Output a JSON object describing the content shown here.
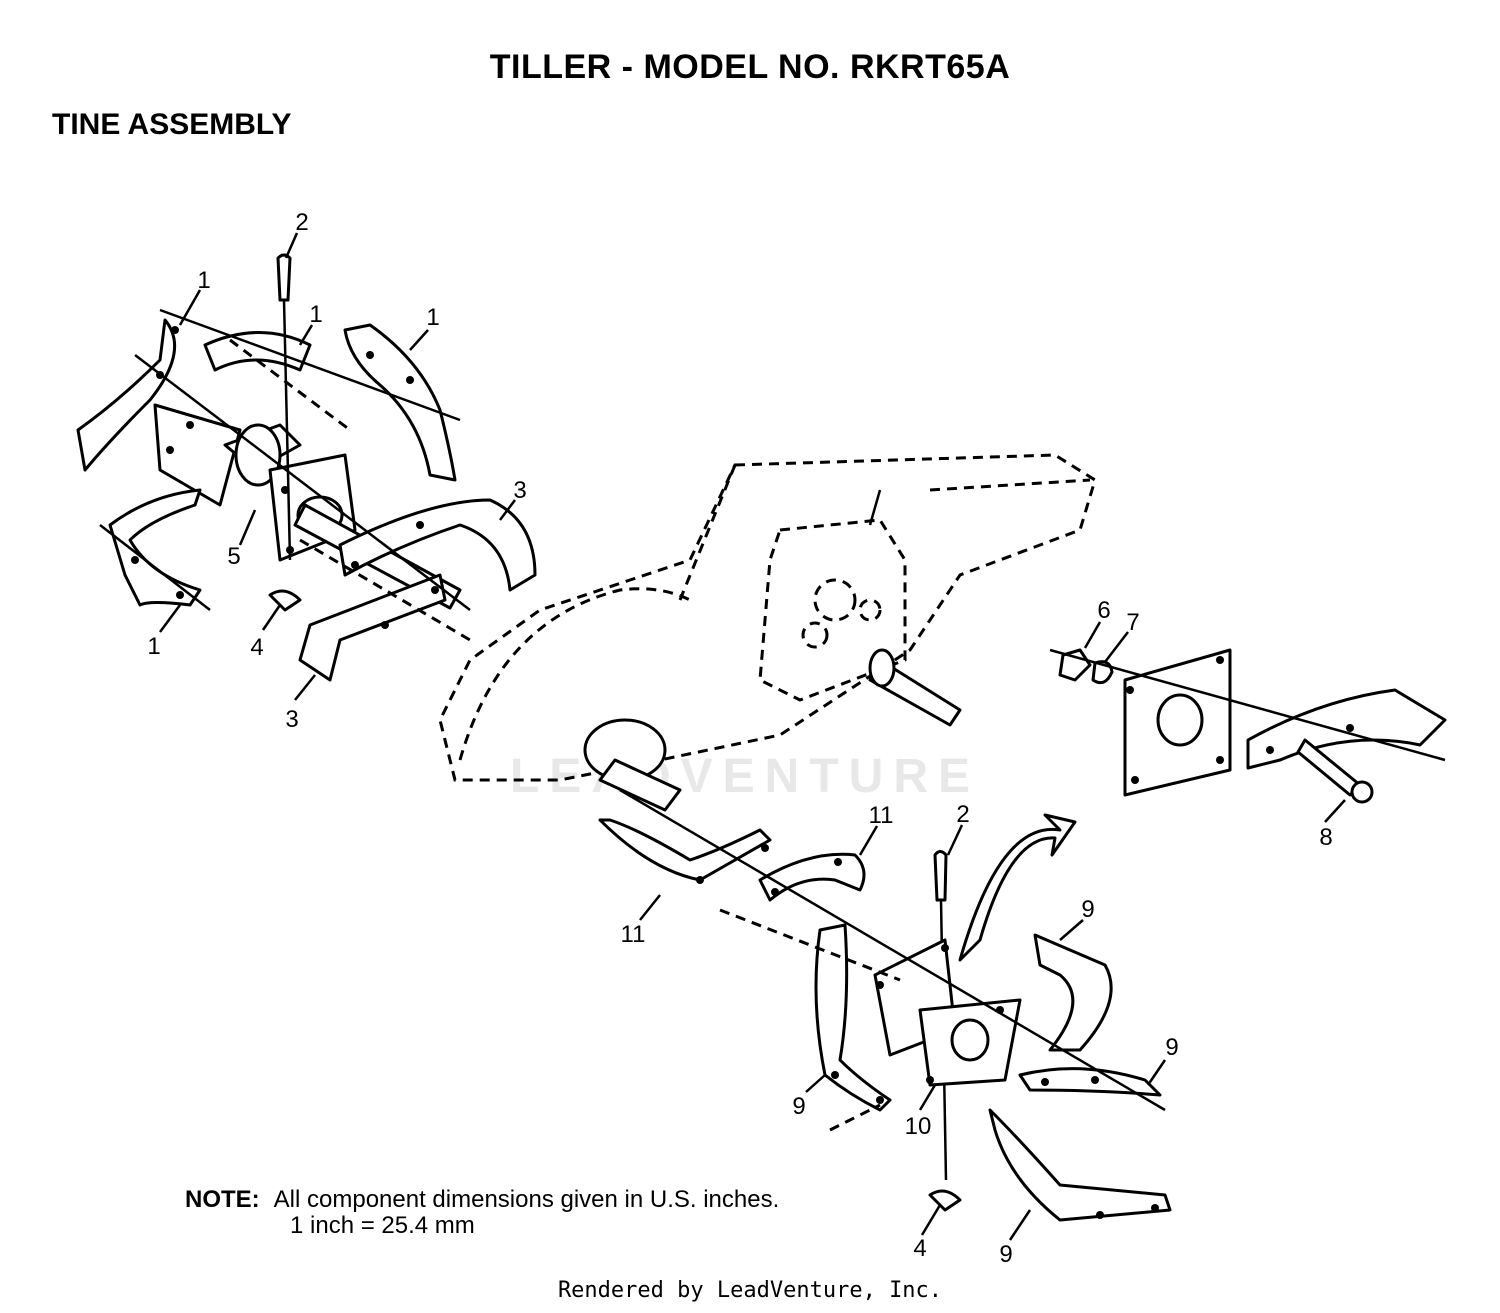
{
  "title": "TILLER - MODEL NO. RKRT65A",
  "subtitle": "TINE ASSEMBLY",
  "callouts": [
    {
      "label": "2"
    },
    {
      "label": "1"
    },
    {
      "label": "1"
    },
    {
      "label": "1"
    },
    {
      "label": "3"
    },
    {
      "label": "5"
    },
    {
      "label": "4"
    },
    {
      "label": "1"
    },
    {
      "label": "3"
    },
    {
      "label": "6"
    },
    {
      "label": "7"
    },
    {
      "label": "8"
    },
    {
      "label": "11"
    },
    {
      "label": "2"
    },
    {
      "label": "11"
    },
    {
      "label": "9"
    },
    {
      "label": "9"
    },
    {
      "label": "9"
    },
    {
      "label": "10"
    },
    {
      "label": "4"
    },
    {
      "label": "9"
    }
  ],
  "watermark": "LEADVENTURE",
  "note": {
    "label": "NOTE:",
    "line1": "All component dimensions given in U.S. inches.",
    "line2": "1 inch = 25.4 mm"
  },
  "footer": "Rendered by LeadVenture, Inc."
}
